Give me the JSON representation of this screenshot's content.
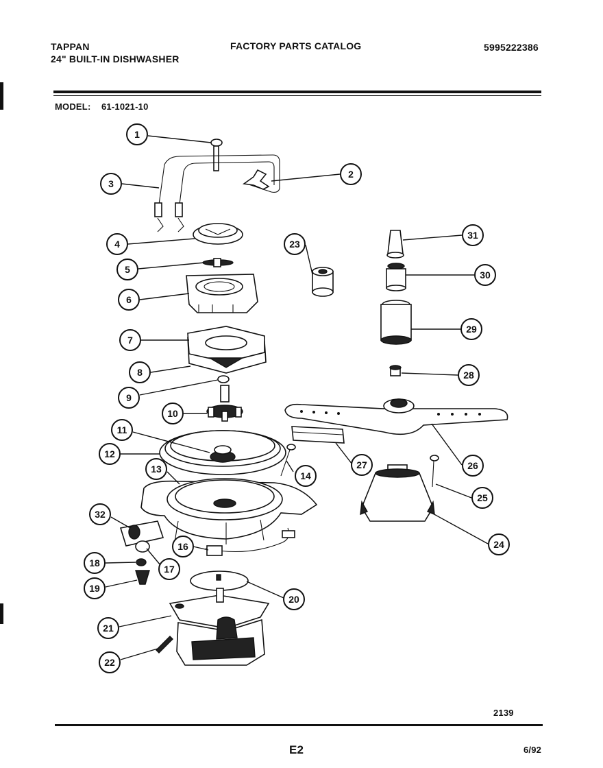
{
  "header": {
    "brand": "TAPPAN",
    "product": "24\" BUILT-IN DISHWASHER",
    "catalog_title": "FACTORY PARTS CATALOG",
    "catalog_number": "5995222386",
    "model_label": "MODEL:",
    "model_number": "61-1021-10"
  },
  "diagram": {
    "callouts": [
      "1",
      "2",
      "3",
      "4",
      "5",
      "6",
      "7",
      "8",
      "9",
      "10",
      "11",
      "12",
      "13",
      "14",
      "16",
      "17",
      "18",
      "19",
      "20",
      "21",
      "22",
      "23",
      "24",
      "25",
      "26",
      "27",
      "28",
      "29",
      "30",
      "31",
      "32"
    ],
    "drawing_number": "2139"
  },
  "footer": {
    "page": "E2",
    "date": "6/92"
  }
}
